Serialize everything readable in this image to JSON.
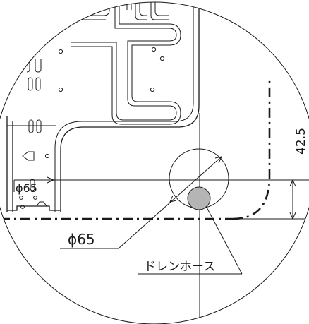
{
  "labels": {
    "dim_height": "42.5",
    "dim_diameter_main": "ϕ65",
    "dim_diameter_small": "ϕ65",
    "drain_hose": "ドレンホース"
  },
  "colors": {
    "line": "#1a1a1a",
    "hose_fill": "#b5b5b5",
    "background": "#ffffff"
  }
}
